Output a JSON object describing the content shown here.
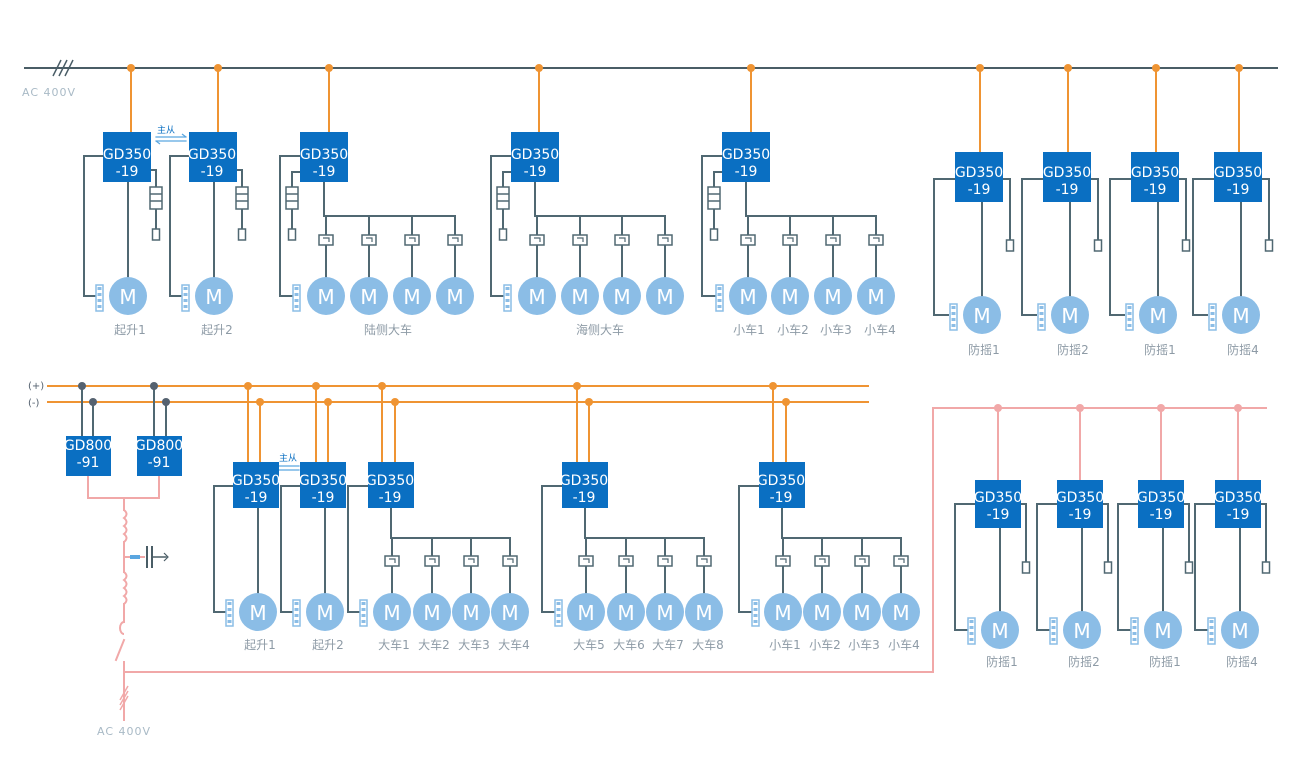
{
  "colors": {
    "main_bus": "#4a5d66",
    "wire": "#506872",
    "tap": "#ef9433",
    "dc_line": "#ef9433",
    "dc_node": "#556270",
    "drive_box": "#0a6fc2",
    "motor": "#8bbde6",
    "pink": "#f1a8a8",
    "label": "#8e9ba6",
    "encoder": "#8bbde6"
  },
  "icons": {
    "motor": "circle-with-letter-M",
    "encoder": "striped-bar-icon",
    "brake": "resistor-stack-icon",
    "relay": "relay-box-icon",
    "master_slave": "double-arrow-icon"
  },
  "top": {
    "bus_label": "AC  400V",
    "motor_letter": "M",
    "master_slave": "主从",
    "drives": [
      {
        "line1": "GD350",
        "line2": "-19"
      },
      {
        "line1": "GD350",
        "line2": "-19"
      },
      {
        "line1": "GD350",
        "line2": "-19"
      },
      {
        "line1": "GD350",
        "line2": "-19"
      },
      {
        "line1": "GD350",
        "line2": "-19"
      },
      {
        "line1": "GD350",
        "line2": "-19"
      },
      {
        "line1": "GD350",
        "line2": "-19"
      },
      {
        "line1": "GD350",
        "line2": "-19"
      },
      {
        "line1": "GD350",
        "line2": "-19"
      }
    ],
    "labels": [
      "起升1",
      "起升2",
      "陆侧大车",
      "海侧大车",
      "小车1",
      "小车2",
      "小车3",
      "小车4",
      "防摇1",
      "防摇2",
      "防摇1",
      "防摇4"
    ]
  },
  "bottom": {
    "plus": "(+)",
    "minus": "(-)",
    "ac_label": "AC  400V",
    "master_slave": "主从",
    "rectifiers": [
      {
        "line1": "GD800",
        "line2": "-91"
      },
      {
        "line1": "GD800",
        "line2": "-91"
      }
    ],
    "drive": {
      "line1": "GD350",
      "line2": "-19"
    },
    "labels": [
      "起升1",
      "起升2",
      "大车1",
      "大车2",
      "大车3",
      "大车4",
      "大车5",
      "大车6",
      "大车7",
      "大车8",
      "小车1",
      "小车2",
      "小车3",
      "小车4",
      "防摇1",
      "防摇2",
      "防摇1",
      "防摇4"
    ]
  }
}
